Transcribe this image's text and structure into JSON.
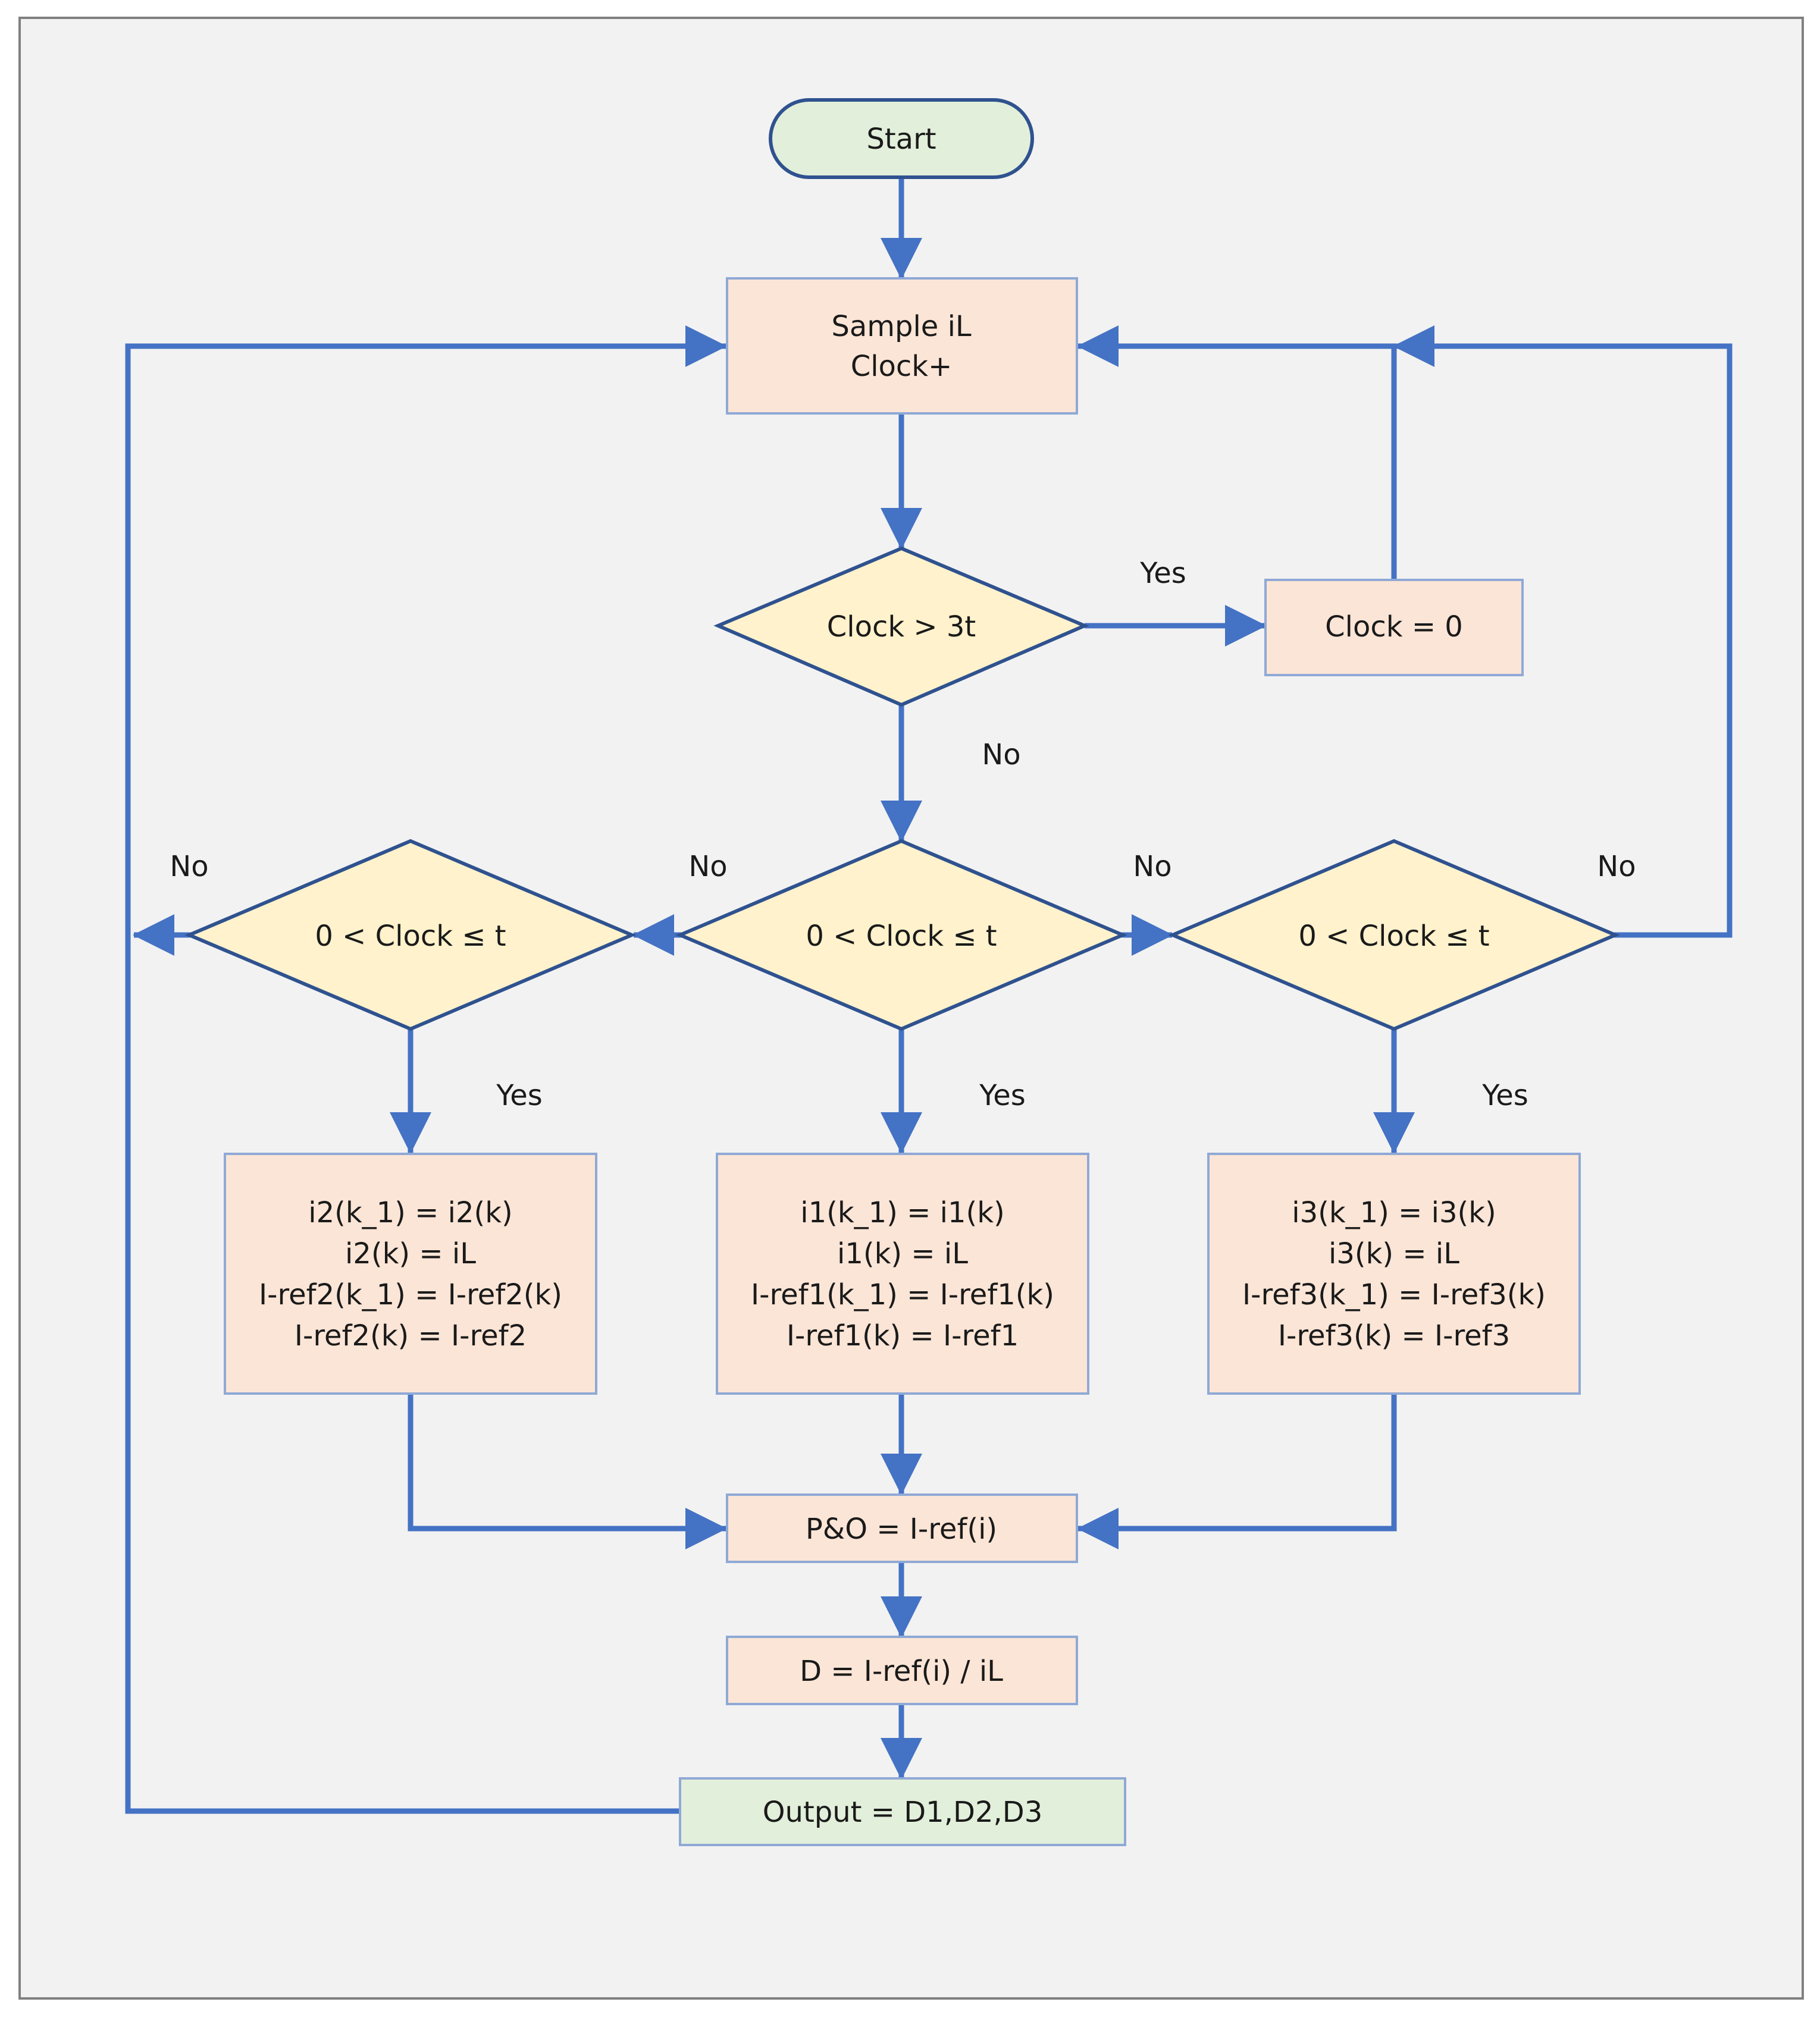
{
  "colors": {
    "background": "#f2f2f2",
    "frame": "#808080",
    "arrow": "#4472c4",
    "process_fill": "#fbe5d6",
    "process_stroke": "#8fa9d6",
    "decision_fill": "#fff2cc",
    "decision_stroke": "#2f528f",
    "terminal_fill": "#e2efda"
  },
  "nodes": {
    "start": "Start",
    "sample": [
      "Sample iL",
      "Clock+"
    ],
    "decision_top": "Clock > 3t",
    "clock_reset": "Clock = 0",
    "decision_left": "0 < Clock ≤  t",
    "decision_center": "0 < Clock ≤  t",
    "decision_right": "0 < Clock ≤  t",
    "process_left": [
      "i2(k_1) = i2(k)",
      "i2(k) = iL",
      "I-ref2(k_1) = I-ref2(k)",
      "I-ref2(k) = I-ref2"
    ],
    "process_center": [
      "i1(k_1) = i1(k)",
      "i1(k) = iL",
      "I-ref1(k_1) = I-ref1(k)",
      "I-ref1(k) = I-ref1"
    ],
    "process_right": [
      "i3(k_1) = i3(k)",
      "i3(k) = iL",
      "I-ref3(k_1) = I-ref3(k)",
      "I-ref3(k) = I-ref3"
    ],
    "pando": "P&O = I-ref(i)",
    "duty": "D = I-ref(i) / iL",
    "output": "Output = D1,D2,D3"
  },
  "labels": {
    "yes_top": "Yes",
    "no_top": "No",
    "no_left": "No",
    "no_center_left": "No",
    "no_center_right": "No",
    "no_right": "No",
    "yes_left": "Yes",
    "yes_center": "Yes",
    "yes_right": "Yes"
  }
}
